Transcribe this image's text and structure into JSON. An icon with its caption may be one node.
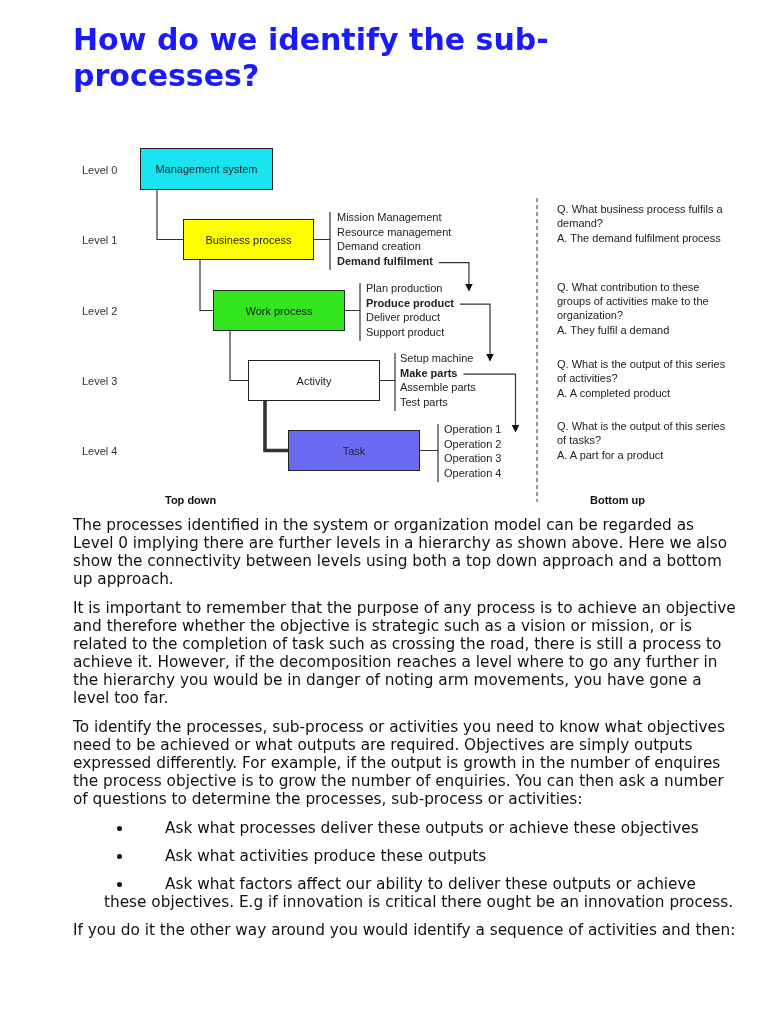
{
  "diagram": {
    "title": "How do we identify the sub-processes?",
    "nodes": [
      {
        "text": [
          "Management system"
        ]
      },
      {
        "text": [
          "Business process"
        ]
      },
      {
        "text": [
          "Mission Management"
        ]
      },
      {
        "text": [
          "Resource management"
        ]
      },
      {
        "text": [
          "Demand creation"
        ]
      },
      {
        "text": [
          "Demand fulfilment"
        ]
      },
      {
        "text": [
          "Work process"
        ]
      },
      {
        "text": [
          "Plan production"
        ]
      },
      {
        "text": [
          "Produce product"
        ]
      },
      {
        "text": [
          "Deliver product"
        ]
      },
      {
        "text": [
          "Support product"
        ]
      },
      {
        "text": [
          "Activity"
        ]
      },
      {
        "text": [
          "Setup machine"
        ]
      },
      {
        "text": [
          "Make parts"
        ]
      },
      {
        "text": [
          "Assemble parts"
        ]
      },
      {
        "text": [
          "Test parts"
        ]
      },
      {
        "text": [
          "Task"
        ]
      },
      {
        "text": [
          "Operation 1"
        ]
      },
      {
        "text": [
          "Operation 2"
        ]
      },
      {
        "text": [
          "Operation 3"
        ]
      },
      {
        "text": [
          "Operation 4"
        ]
      }
    ],
    "edges": [
      {
        "from": 0,
        "to": 1,
        "arrow": "none"
      },
      {
        "from": 1,
        "to": 6,
        "arrow": "none"
      },
      {
        "from": 6,
        "to": 11,
        "arrow": "none"
      },
      {
        "from": 11,
        "to": 16,
        "arrow": "none",
        "style": "thick"
      },
      {
        "from": 1,
        "to": 2,
        "arrow": "none"
      },
      {
        "from": 1,
        "to": 3,
        "arrow": "none"
      },
      {
        "from": 1,
        "to": 4,
        "arrow": "none"
      },
      {
        "from": 1,
        "to": 5,
        "arrow": "none"
      },
      {
        "from": 6,
        "to": 7,
        "arrow": "none"
      },
      {
        "from": 6,
        "to": 8,
        "arrow": "none"
      },
      {
        "from": 6,
        "to": 9,
        "arrow": "none"
      },
      {
        "from": 6,
        "to": 10,
        "arrow": "none"
      },
      {
        "from": 11,
        "to": 12,
        "arrow": "none"
      },
      {
        "from": 11,
        "to": 13,
        "arrow": "none"
      },
      {
        "from": 11,
        "to": 14,
        "arrow": "none"
      },
      {
        "from": 11,
        "to": 15,
        "arrow": "none"
      },
      {
        "from": 16,
        "to": 17,
        "arrow": "none"
      },
      {
        "from": 16,
        "to": 18,
        "arrow": "none"
      },
      {
        "from": 16,
        "to": 19,
        "arrow": "none"
      },
      {
        "from": 16,
        "to": 20,
        "arrow": "none"
      },
      {
        "from": 5,
        "to": 7,
        "arrow": "to"
      },
      {
        "from": 8,
        "to": 12,
        "arrow": "to"
      },
      {
        "from": 13,
        "to": 17,
        "arrow": "to"
      }
    ],
    "labels": [
      "Level 0",
      "Level 1",
      "Level 2",
      "Level 3",
      "Level 4",
      "Q. What business process fulfils a demand?",
      "A. The demand fulfilment process",
      "Q. What contribution to these groups of activities make to the organization?",
      "A. They fulfil a demand",
      "Q. What is the output of this series of activities?",
      "A. A completed product",
      "Q. What is the output of this series of tasks?",
      "A. A part for a product",
      "Top down",
      "Bottom up",
      "The processes identified in the system or organization model can be regarded as Level 0 implying there are further levels in a hierarchy as shown above. Here we also show the connectivity between levels using both a top down approach and a bottom up approach.",
      "It is important to remember that the purpose of any process is to achieve an objective and therefore whether the objective is strategic such as a vision or mission, or is related to the completion of task such as crossing the road, there is still a process to achieve it. However, if the decomposition reaches a level where to go any further in the hierarchy you would be in danger of noting arm movements, you have gone a level too far.",
      "To identify the processes, sub-process or activities you need to know what objectives need to be achieved or what outputs are required. Objectives are simply outputs expressed differently. For example, if the output is growth in the number of enquires the process objective is to grow the number of enquiries. You can then ask a number of questions to determine the processes, sub-process or activities:",
      "Ask what processes deliver these outputs or achieve these objectives",
      "Ask what activities produce these outputs",
      "Ask what factors affect our ability to deliver these outputs or achieve these objectives. E.g if innovation is critical there ought be an innovation process.",
      "If you do it the other way around you would identify a sequence of activities and then:"
    ]
  }
}
